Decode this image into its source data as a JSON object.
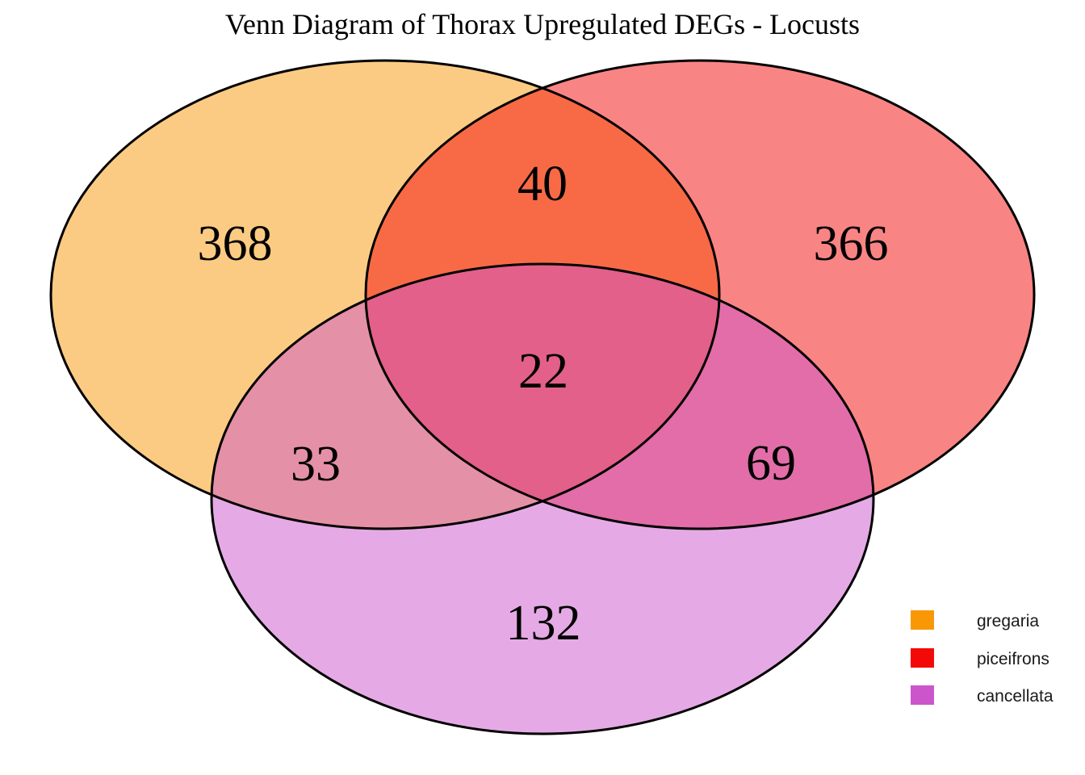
{
  "title": "Venn Diagram of Thorax Upregulated DEGs - Locusts",
  "sets": [
    {
      "name": "gregaria",
      "color": "#F99707"
    },
    {
      "name": "piceifrons",
      "color": "#F40909"
    },
    {
      "name": "cancellata",
      "color": "#CC55CC"
    }
  ],
  "counts": {
    "gregaria_only": "368",
    "piceifrons_only": "366",
    "cancellata_only": "132",
    "gregaria_piceifrons": "40",
    "gregaria_cancellata": "33",
    "piceifrons_cancellata": "69",
    "all_three": "22"
  },
  "legend": {
    "items": [
      {
        "label": "gregaria",
        "color": "#F99707"
      },
      {
        "label": "piceifrons",
        "color": "#F40909"
      },
      {
        "label": "cancellata",
        "color": "#CC55CC"
      }
    ]
  },
  "chart_data": {
    "type": "venn",
    "title": "Venn Diagram of Thorax Upregulated DEGs - Locusts",
    "sets": [
      "gregaria",
      "piceifrons",
      "cancellata"
    ],
    "set_colors": [
      "#F99707",
      "#F40909",
      "#CC55CC"
    ],
    "fill_opacity": 0.5,
    "regions": [
      {
        "sets": [
          "gregaria"
        ],
        "value": 368
      },
      {
        "sets": [
          "piceifrons"
        ],
        "value": 366
      },
      {
        "sets": [
          "cancellata"
        ],
        "value": 132
      },
      {
        "sets": [
          "gregaria",
          "piceifrons"
        ],
        "value": 40
      },
      {
        "sets": [
          "gregaria",
          "cancellata"
        ],
        "value": 33
      },
      {
        "sets": [
          "piceifrons",
          "cancellata"
        ],
        "value": 69
      },
      {
        "sets": [
          "gregaria",
          "piceifrons",
          "cancellata"
        ],
        "value": 22
      }
    ],
    "legend_position": "bottom-right",
    "legend_entries": [
      "gregaria",
      "piceifrons",
      "cancellata"
    ]
  }
}
